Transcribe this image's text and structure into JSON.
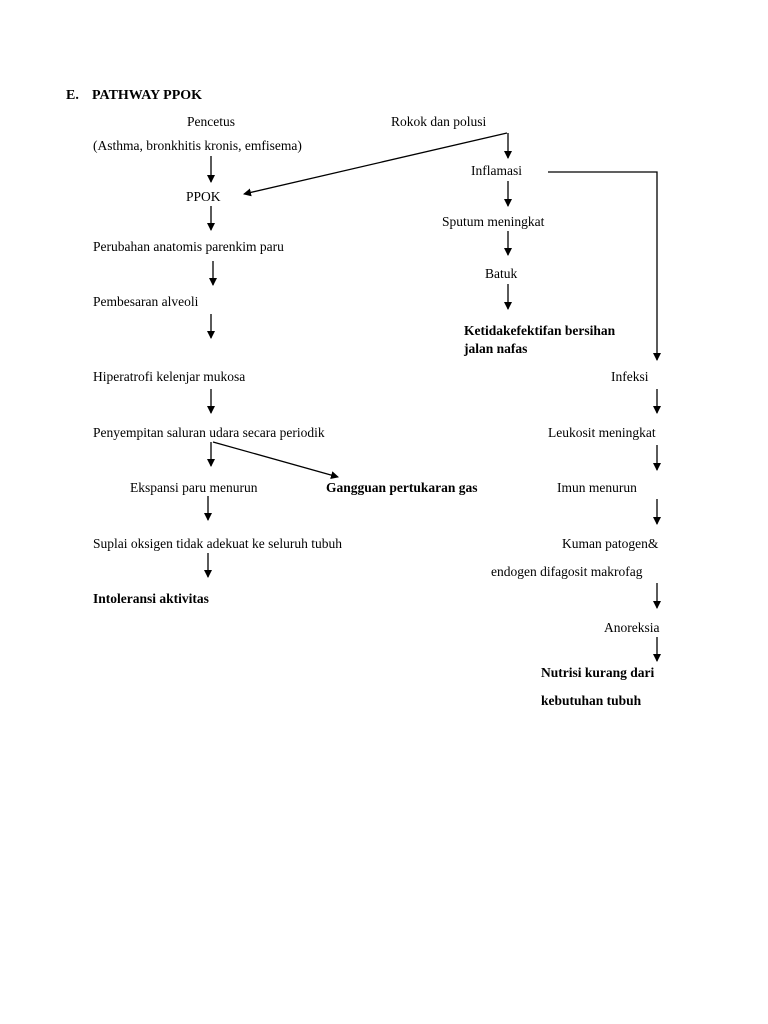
{
  "heading": {
    "number": "E.",
    "title": "PATHWAY PPOK"
  },
  "left": {
    "pencetus": "Pencetus",
    "pencetus_detail": "(Asthma, bronkhitis kronis, emfisema)",
    "ppok": "PPOK",
    "perubahan": "Perubahan anatomis parenkim paru",
    "pembesaran": "Pembesaran alveoli",
    "hiperatrofi": "Hiperatrofi kelenjar mukosa",
    "penyempitan": "Penyempitan saluran udara secara periodik",
    "ekspansi": "Ekspansi paru menurun",
    "gangguan": "Gangguan pertukaran gas",
    "suplai": "Suplai oksigen tidak adekuat ke seluruh tubuh",
    "intoleransi": "Intoleransi aktivitas"
  },
  "middle": {
    "rokok": "Rokok dan polusi",
    "inflamasi": "Inflamasi",
    "sputum": "Sputum meningkat",
    "batuk": "Batuk",
    "ketidakefektifan_1": "Ketidakefektifan bersihan",
    "ketidakefektifan_2": "jalan nafas"
  },
  "right": {
    "infeksi": "Infeksi",
    "leukosit": "Leukosit meningkat",
    "imun": "Imun menurun",
    "kuman_1": "Kuman patogen&",
    "kuman_2": "endogen difagosit makrofag",
    "anoreksia": "Anoreksia",
    "nutrisi_1": "Nutrisi kurang dari",
    "nutrisi_2": "kebutuhan tubuh"
  }
}
